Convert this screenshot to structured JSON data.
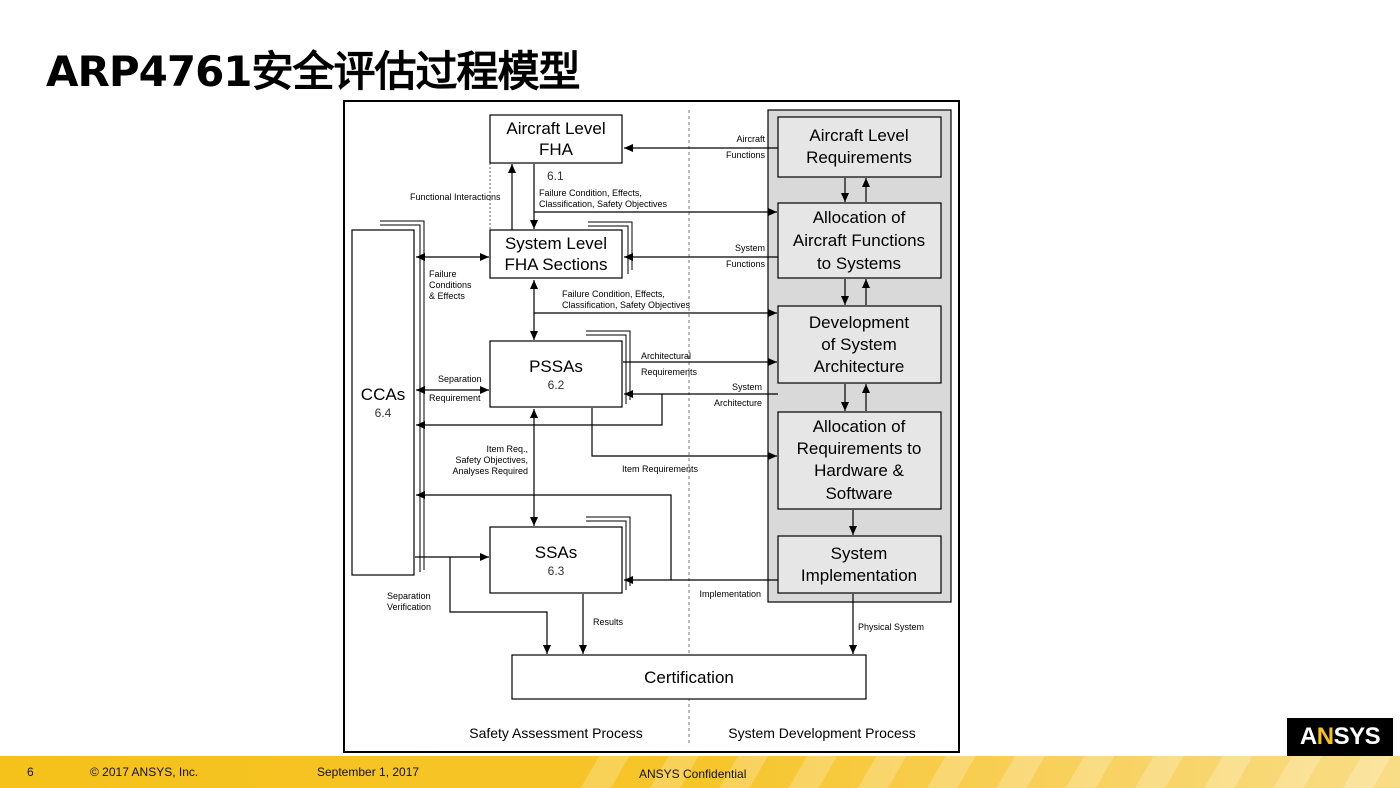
{
  "slide_title": "ARP4761安全评估过程模型",
  "diagram": {
    "left_boxes": {
      "aircraft_fha": {
        "line1": "Aircraft Level",
        "line2": "FHA",
        "num": "6.1"
      },
      "system_fha": {
        "line1": "System Level",
        "line2": "FHA Sections"
      },
      "pssas": {
        "name": "PSSAs",
        "num": "6.2"
      },
      "ssas": {
        "name": "SSAs",
        "num": "6.3"
      },
      "ccas": {
        "name": "CCAs",
        "num": "6.4"
      },
      "certification": {
        "name": "Certification"
      }
    },
    "right_boxes": {
      "aircraft_req": {
        "line1": "Aircraft Level",
        "line2": "Requirements"
      },
      "alloc_functions": {
        "line1": "Allocation of",
        "line2": "Aircraft Functions",
        "line3": "to Systems"
      },
      "dev_arch": {
        "line1": "Development",
        "line2": "of System",
        "line3": "Architecture"
      },
      "alloc_req": {
        "line1": "Allocation of",
        "line2": "Requirements to",
        "line3": "Hardware &",
        "line4": "Software"
      },
      "sys_impl": {
        "line1": "System",
        "line2": "Implementation"
      }
    },
    "labels": {
      "aircraft": "Aircraft",
      "functions_1": "Functions",
      "functional_interactions": "Functional Interactions",
      "fc_line1_a": "Failure Condition, Effects,",
      "fc_line2_a": "Classification, Safety Objectives",
      "system_1": "System",
      "functions_2": "Functions",
      "failure": "Failure",
      "conditions": "Conditions",
      "and_effects": "& Effects",
      "fc_line1_b": "Failure Condition, Effects,",
      "fc_line2_b": "Classification, Safety Objectives",
      "architectural": "Architectural",
      "requirements": "Requirements",
      "separation": "Separation",
      "requirement": "Requirement",
      "system_2": "System",
      "architecture": "Architecture",
      "item_req": "Item Req.,",
      "safety_objectives": "Safety Objectives,",
      "analyses_required": "Analyses Required",
      "item_requirements": "Item Requirements",
      "implementation": "Implementation",
      "separation_2": "Separation",
      "verification": "Verification",
      "results": "Results",
      "physical_system": "Physical System",
      "safety_assessment_process": "Safety Assessment Process",
      "system_development_process": "System Development Process"
    }
  },
  "footer": {
    "page": "6",
    "copyright": "© 2017 ANSYS, Inc.",
    "date": "September 1, 2017",
    "confidential": "ANSYS Confidential"
  },
  "logo": {
    "part1": "A",
    "part2": "N",
    "part3": "SYS"
  },
  "colors": {
    "footer_bar": "#f5c21b",
    "box_gray": "#e6e6e6",
    "logo_bg": "#000000"
  }
}
